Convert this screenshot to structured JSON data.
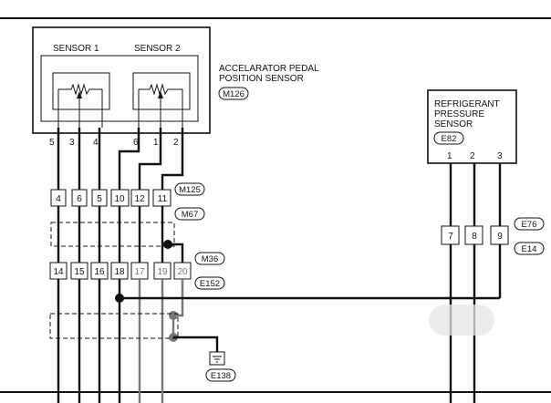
{
  "accel_sensor": {
    "sensor1_label": "SENSOR 1",
    "sensor2_label": "SENSOR 2",
    "name_line1": "ACCELARATOR PEDAL",
    "name_line2": "POSITION SENSOR",
    "connector": "M126",
    "pins": [
      "5",
      "3",
      "4",
      "6",
      "1",
      "2"
    ]
  },
  "refrigerant_sensor": {
    "name_line1": "REFRIGERANT",
    "name_line2": "PRESSURE",
    "name_line3": "SENSOR",
    "connector": "E82",
    "pins": [
      "1",
      "2",
      "3"
    ]
  },
  "junction_row1": {
    "terminals": [
      "4",
      "6",
      "5",
      "10",
      "12",
      "11"
    ],
    "connectors": [
      "M125",
      "M67"
    ]
  },
  "junction_row2": {
    "terminals": [
      "14",
      "15",
      "16",
      "18",
      "17",
      "19",
      "20"
    ],
    "connectors": [
      "M36",
      "E152"
    ]
  },
  "junction_right": {
    "terminals": [
      "7",
      "8",
      "9"
    ],
    "connectors": [
      "E76",
      "E14"
    ]
  },
  "ground": {
    "connector": "E138"
  }
}
